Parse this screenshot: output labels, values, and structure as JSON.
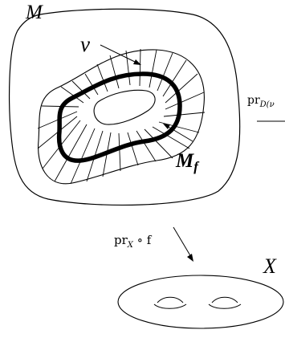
{
  "labels": {
    "manifold": "M",
    "normal_bundle": "ν",
    "submanifold_main": "M",
    "submanifold_sub": "f",
    "projection_right": "pr",
    "projection_right_sub": "D(ν",
    "projection_down": "pr",
    "projection_down_sub": "X",
    "projection_down_suffix": " ∘ f",
    "target_space": "X"
  },
  "colors": {
    "ink": "#000000",
    "background": "#ffffff"
  }
}
